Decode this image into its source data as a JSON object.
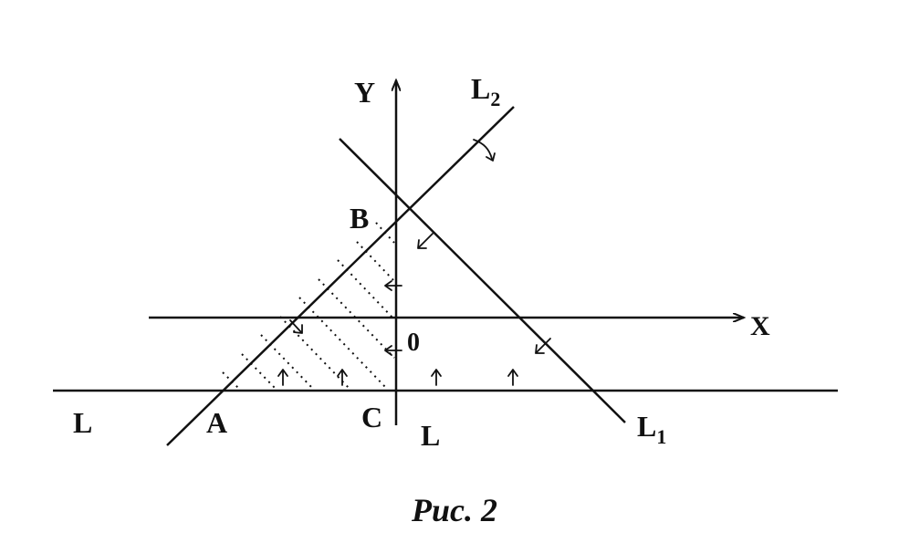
{
  "labels": {
    "y_axis": "Y",
    "x_axis": "X",
    "origin": "0",
    "line_L_left": "L",
    "line_L_right": "L",
    "line_L1": "L",
    "line_L1_sub": "1",
    "line_L2": "L",
    "line_L2_sub": "2",
    "point_A": "A",
    "point_B": "B",
    "point_C": "C"
  },
  "caption": "Рис. 2",
  "colors": {
    "ink": "#111111",
    "background": "#ffffff"
  }
}
